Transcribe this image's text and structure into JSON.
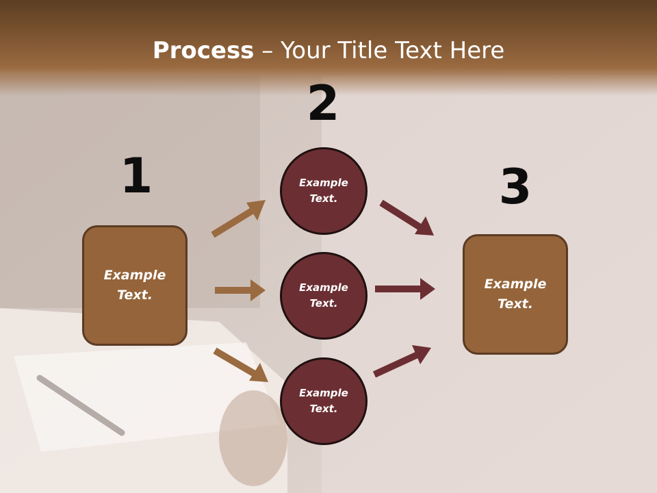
{
  "slide": {
    "title_bold": "Process",
    "title_rest": " – Your Title Text Here",
    "step_numbers": [
      "1",
      "2",
      "3"
    ],
    "left_box": {
      "text_line1": "Example",
      "text_line2": "Text."
    },
    "right_box": {
      "text_line1": "Example",
      "text_line2": "Text."
    },
    "circles": [
      {
        "text_line1": "Example",
        "text_line2": "Text."
      },
      {
        "text_line1": "Example",
        "text_line2": "Text."
      },
      {
        "text_line1": "Example",
        "text_line2": "Text."
      }
    ]
  },
  "colors": {
    "header": "#7a5330",
    "box_fill": "#95643a",
    "circle_fill": "#6b2f33",
    "arrow_left": "#9a6a40",
    "arrow_right": "#6b2f33"
  }
}
